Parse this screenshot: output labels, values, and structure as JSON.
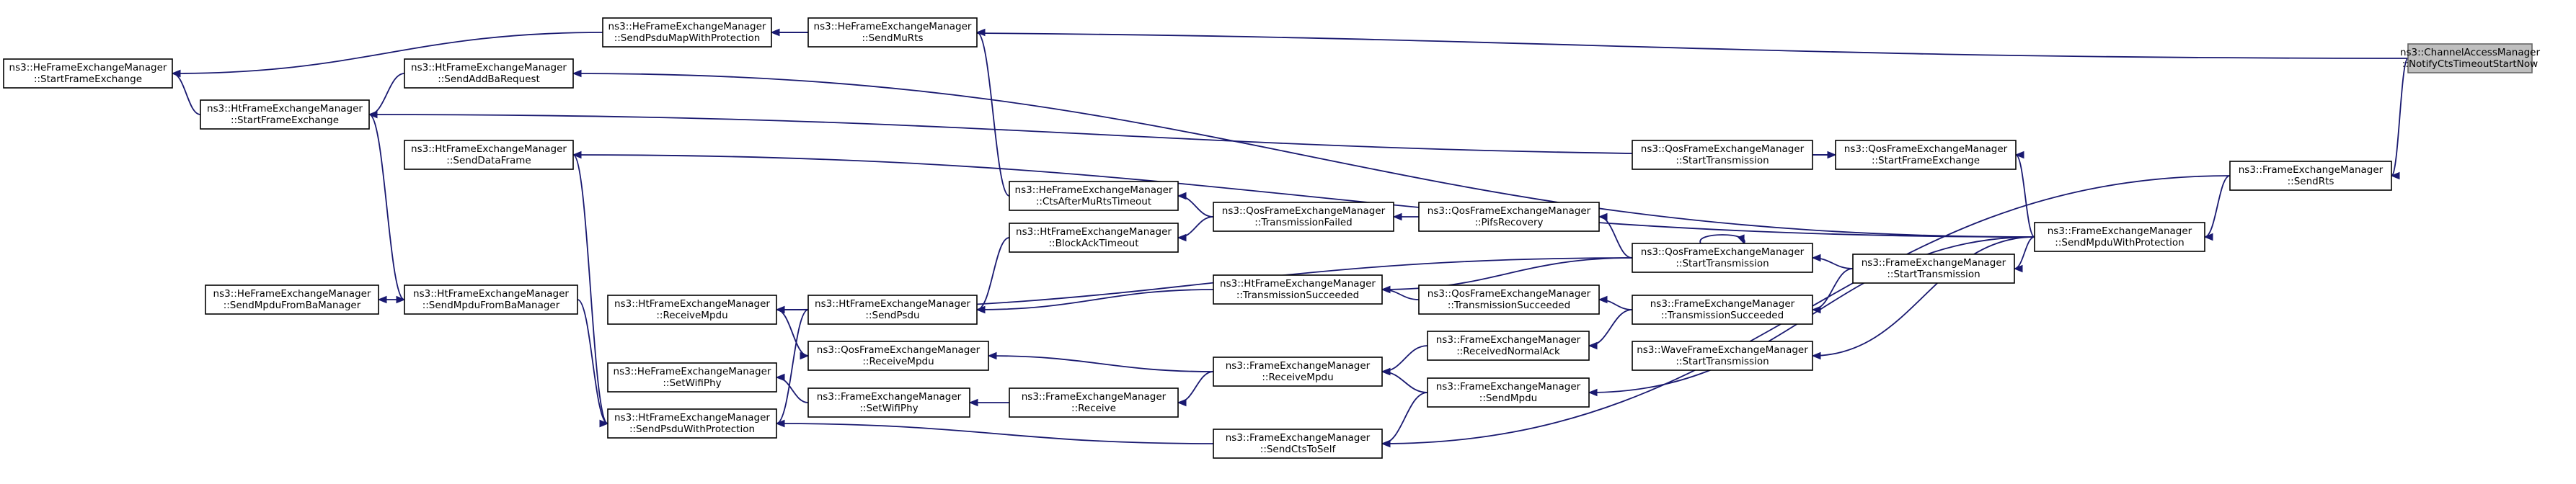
{
  "diagram": {
    "nodes": [
      {
        "id": "root",
        "lines": [
          "ns3::ChannelAccessManager",
          "::NotifyCtsTimeoutStartNow"
        ]
      },
      {
        "id": "hefem_spmwp",
        "lines": [
          "ns3::HeFrameExchangeManager",
          "::SendPsduMapWithProtection"
        ]
      },
      {
        "id": "hefem_sfe",
        "lines": [
          "ns3::HeFrameExchangeManager",
          "::StartFrameExchange"
        ]
      },
      {
        "id": "hefem_smr",
        "lines": [
          "ns3::HeFrameExchangeManager",
          "::SendMuRts"
        ]
      },
      {
        "id": "htfem_saba",
        "lines": [
          "ns3::HtFrameExchangeManager",
          "::SendAddBaRequest"
        ]
      },
      {
        "id": "htfem_sfe",
        "lines": [
          "ns3::HtFrameExchangeManager",
          "::StartFrameExchange"
        ]
      },
      {
        "id": "htfem_sdf",
        "lines": [
          "ns3::HtFrameExchangeManager",
          "::SendDataFrame"
        ]
      },
      {
        "id": "qos_st1",
        "lines": [
          "ns3::QosFrameExchangeManager",
          "::StartTransmission"
        ]
      },
      {
        "id": "qos_sfe",
        "lines": [
          "ns3::QosFrameExchangeManager",
          "::StartFrameExchange"
        ]
      },
      {
        "id": "fem_srts",
        "lines": [
          "ns3::FrameExchangeManager",
          "::SendRts"
        ]
      },
      {
        "id": "hefem_camrt",
        "lines": [
          "ns3::HeFrameExchangeManager",
          "::CtsAfterMuRtsTimeout"
        ]
      },
      {
        "id": "qos_tf",
        "lines": [
          "ns3::QosFrameExchangeManager",
          "::TransmissionFailed"
        ]
      },
      {
        "id": "qos_pr",
        "lines": [
          "ns3::QosFrameExchangeManager",
          "::PifsRecovery"
        ]
      },
      {
        "id": "fem_smwp",
        "lines": [
          "ns3::FrameExchangeManager",
          "::SendMpduWithProtection"
        ]
      },
      {
        "id": "htfem_bat",
        "lines": [
          "ns3::HtFrameExchangeManager",
          "::BlockAckTimeout"
        ]
      },
      {
        "id": "qos_st2",
        "lines": [
          "ns3::QosFrameExchangeManager",
          "::StartTransmission"
        ]
      },
      {
        "id": "fem_st",
        "lines": [
          "ns3::FrameExchangeManager",
          "::StartTransmission"
        ]
      },
      {
        "id": "hefem_smfbm",
        "lines": [
          "ns3::HeFrameExchangeManager",
          "::SendMpduFromBaManager"
        ]
      },
      {
        "id": "htfem_smfbm",
        "lines": [
          "ns3::HtFrameExchangeManager",
          "::SendMpduFromBaManager"
        ]
      },
      {
        "id": "htfem_rm",
        "lines": [
          "ns3::HtFrameExchangeManager",
          "::ReceiveMpdu"
        ]
      },
      {
        "id": "htfem_sp",
        "lines": [
          "ns3::HtFrameExchangeManager",
          "::SendPsdu"
        ]
      },
      {
        "id": "htfem_ts",
        "lines": [
          "ns3::HtFrameExchangeManager",
          "::TransmissionSucceeded"
        ]
      },
      {
        "id": "qos_ts",
        "lines": [
          "ns3::QosFrameExchangeManager",
          "::TransmissionSucceeded"
        ]
      },
      {
        "id": "fem_ts",
        "lines": [
          "ns3::FrameExchangeManager",
          "::TransmissionSucceeded"
        ]
      },
      {
        "id": "qos_rm",
        "lines": [
          "ns3::QosFrameExchangeManager",
          "::ReceiveMpdu"
        ]
      },
      {
        "id": "fem_rna",
        "lines": [
          "ns3::FrameExchangeManager",
          "::ReceivedNormalAck"
        ]
      },
      {
        "id": "wave_st",
        "lines": [
          "ns3::WaveFrameExchangeManager",
          "::StartTransmission"
        ]
      },
      {
        "id": "fem_rm",
        "lines": [
          "ns3::FrameExchangeManager",
          "::ReceiveMpdu"
        ]
      },
      {
        "id": "hefem_swp",
        "lines": [
          "ns3::HeFrameExchangeManager",
          "::SetWifiPhy"
        ]
      },
      {
        "id": "fem_swp",
        "lines": [
          "ns3::FrameExchangeManager",
          "::SetWifiPhy"
        ]
      },
      {
        "id": "fem_recv",
        "lines": [
          "ns3::FrameExchangeManager",
          "::Receive"
        ]
      },
      {
        "id": "fem_sm",
        "lines": [
          "ns3::FrameExchangeManager",
          "::SendMpdu"
        ]
      },
      {
        "id": "htfem_spwp",
        "lines": [
          "ns3::HtFrameExchangeManager",
          "::SendPsduWithProtection"
        ]
      },
      {
        "id": "fem_scts",
        "lines": [
          "ns3::FrameExchangeManager",
          "::SendCtsToSelf"
        ]
      }
    ],
    "edges": [
      {
        "from": "root",
        "to": "hefem_spmwp"
      },
      {
        "from": "root",
        "to": "fem_srts"
      },
      {
        "from": "hefem_spmwp",
        "to": "hefem_sfe"
      },
      {
        "from": "hefem_smr",
        "to": "hefem_spmwp"
      },
      {
        "from": "hefem_camrt",
        "to": "hefem_smr"
      },
      {
        "from": "htfem_saba",
        "to": "htfem_sfe"
      },
      {
        "from": "qos_sfe",
        "to": "htfem_sfe"
      },
      {
        "from": "htfem_sfe",
        "to": "hefem_sfe"
      },
      {
        "from": "fem_smwp",
        "to": "htfem_saba"
      },
      {
        "from": "fem_smwp",
        "to": "htfem_sdf"
      },
      {
        "from": "fem_srts",
        "to": "fem_smwp"
      },
      {
        "from": "fem_srts",
        "to": "fem_scts"
      },
      {
        "from": "fem_smwp",
        "to": "qos_sfe"
      },
      {
        "from": "fem_smwp",
        "to": "fem_st"
      },
      {
        "from": "fem_smwp",
        "to": "wave_st"
      },
      {
        "from": "fem_smwp",
        "to": "fem_sm"
      },
      {
        "from": "qos_st1",
        "to": "qos_sfe"
      },
      {
        "from": "qos_st2",
        "to": "qos_pr"
      },
      {
        "from": "qos_pr",
        "to": "qos_tf"
      },
      {
        "from": "qos_tf",
        "to": "hefem_camrt"
      },
      {
        "from": "qos_tf",
        "to": "htfem_bat"
      },
      {
        "from": "htfem_bat",
        "to": "htfem_sp"
      },
      {
        "from": "fem_st",
        "to": "qos_st2"
      },
      {
        "from": "fem_st",
        "to": "fem_ts"
      },
      {
        "from": "qos_st2",
        "to": "qos_st2"
      },
      {
        "from": "qos_st2",
        "to": "htfem_ts"
      },
      {
        "from": "qos_st2",
        "to": "htfem_rm"
      },
      {
        "from": "htfem_ts",
        "to": "htfem_sp"
      },
      {
        "from": "htfem_sp",
        "to": "htfem_rm"
      },
      {
        "from": "htfem_sp",
        "to": "htfem_spwp"
      },
      {
        "from": "htfem_smfbm",
        "to": "hefem_smfbm"
      },
      {
        "from": "htfem_sfe",
        "to": "htfem_smfbm"
      },
      {
        "from": "htfem_smfbm",
        "to": "htfem_spwp"
      },
      {
        "from": "htfem_sdf",
        "to": "htfem_spwp"
      },
      {
        "from": "fem_ts",
        "to": "qos_ts"
      },
      {
        "from": "qos_ts",
        "to": "htfem_ts"
      },
      {
        "from": "htfem_rm",
        "to": "qos_rm"
      },
      {
        "from": "fem_ts",
        "to": "fem_rna"
      },
      {
        "from": "fem_rna",
        "to": "fem_rm"
      },
      {
        "from": "fem_rm",
        "to": "qos_rm"
      },
      {
        "from": "fem_rm",
        "to": "fem_recv"
      },
      {
        "from": "fem_recv",
        "to": "fem_swp"
      },
      {
        "from": "fem_swp",
        "to": "hefem_swp"
      },
      {
        "from": "fem_sm",
        "to": "fem_rm"
      },
      {
        "from": "fem_sm",
        "to": "fem_scts"
      },
      {
        "from": "fem_scts",
        "to": "htfem_spwp"
      }
    ]
  }
}
